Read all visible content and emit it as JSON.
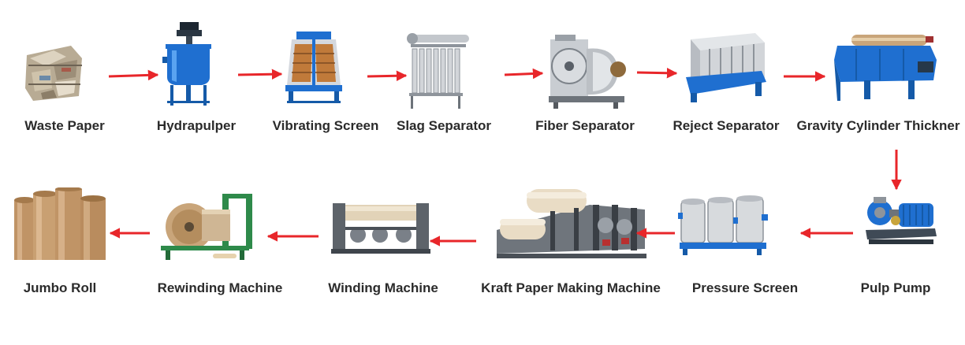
{
  "process": {
    "steps": [
      {
        "label": "Waste Paper",
        "icon": "waste-paper-bale-icon"
      },
      {
        "label": "Hydrapulper",
        "icon": "hydrapulper-icon"
      },
      {
        "label": "Vibrating Screen",
        "icon": "vibrating-screen-icon"
      },
      {
        "label": "Slag Separator",
        "icon": "slag-separator-icon"
      },
      {
        "label": "Fiber Separator",
        "icon": "fiber-separator-icon"
      },
      {
        "label": "Reject Separator",
        "icon": "reject-separator-icon"
      },
      {
        "label": "Gravity Cylinder Thickner",
        "icon": "gravity-cylinder-thickener-icon"
      },
      {
        "label": "Pulp Pump",
        "icon": "pulp-pump-icon"
      },
      {
        "label": "Pressure Screen",
        "icon": "pressure-screen-icon"
      },
      {
        "label": "Kraft Paper Making Machine",
        "icon": "kraft-paper-machine-icon"
      },
      {
        "label": "Winding Machine",
        "icon": "winding-machine-icon"
      },
      {
        "label": "Rewinding Machine",
        "icon": "rewinding-machine-icon"
      },
      {
        "label": "Jumbo Roll",
        "icon": "jumbo-roll-icon"
      }
    ]
  },
  "colors": {
    "arrow": "#e8262a",
    "machine_blue": "#1f6fd0",
    "steel": "#b8bcc2",
    "kraft": "#c9a57a",
    "label_text": "#2b2b2b"
  }
}
